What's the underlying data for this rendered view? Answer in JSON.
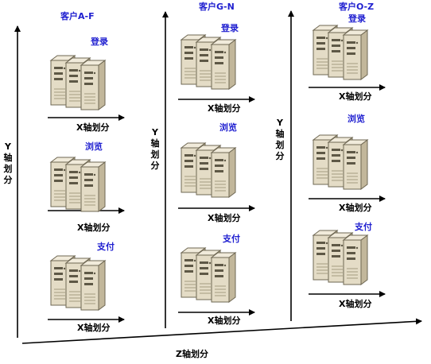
{
  "customers": [
    "客户A-F",
    "客户G-N",
    "客户O-Z"
  ],
  "functions": [
    "登录",
    "浏览",
    "支付"
  ],
  "x_axis_label": "X轴划分",
  "y_axis_label": "Y轴划分",
  "z_axis_label": "Z轴划分",
  "y_axis_label_variant": "Y 轴划分",
  "icon": "server-cluster-icon",
  "colors": {
    "label_blue": "#1f1fd0",
    "server_face": "#e4dcc6",
    "server_side": "#c2b79b",
    "server_top": "#f1ebdb",
    "outline": "#6e6753"
  }
}
